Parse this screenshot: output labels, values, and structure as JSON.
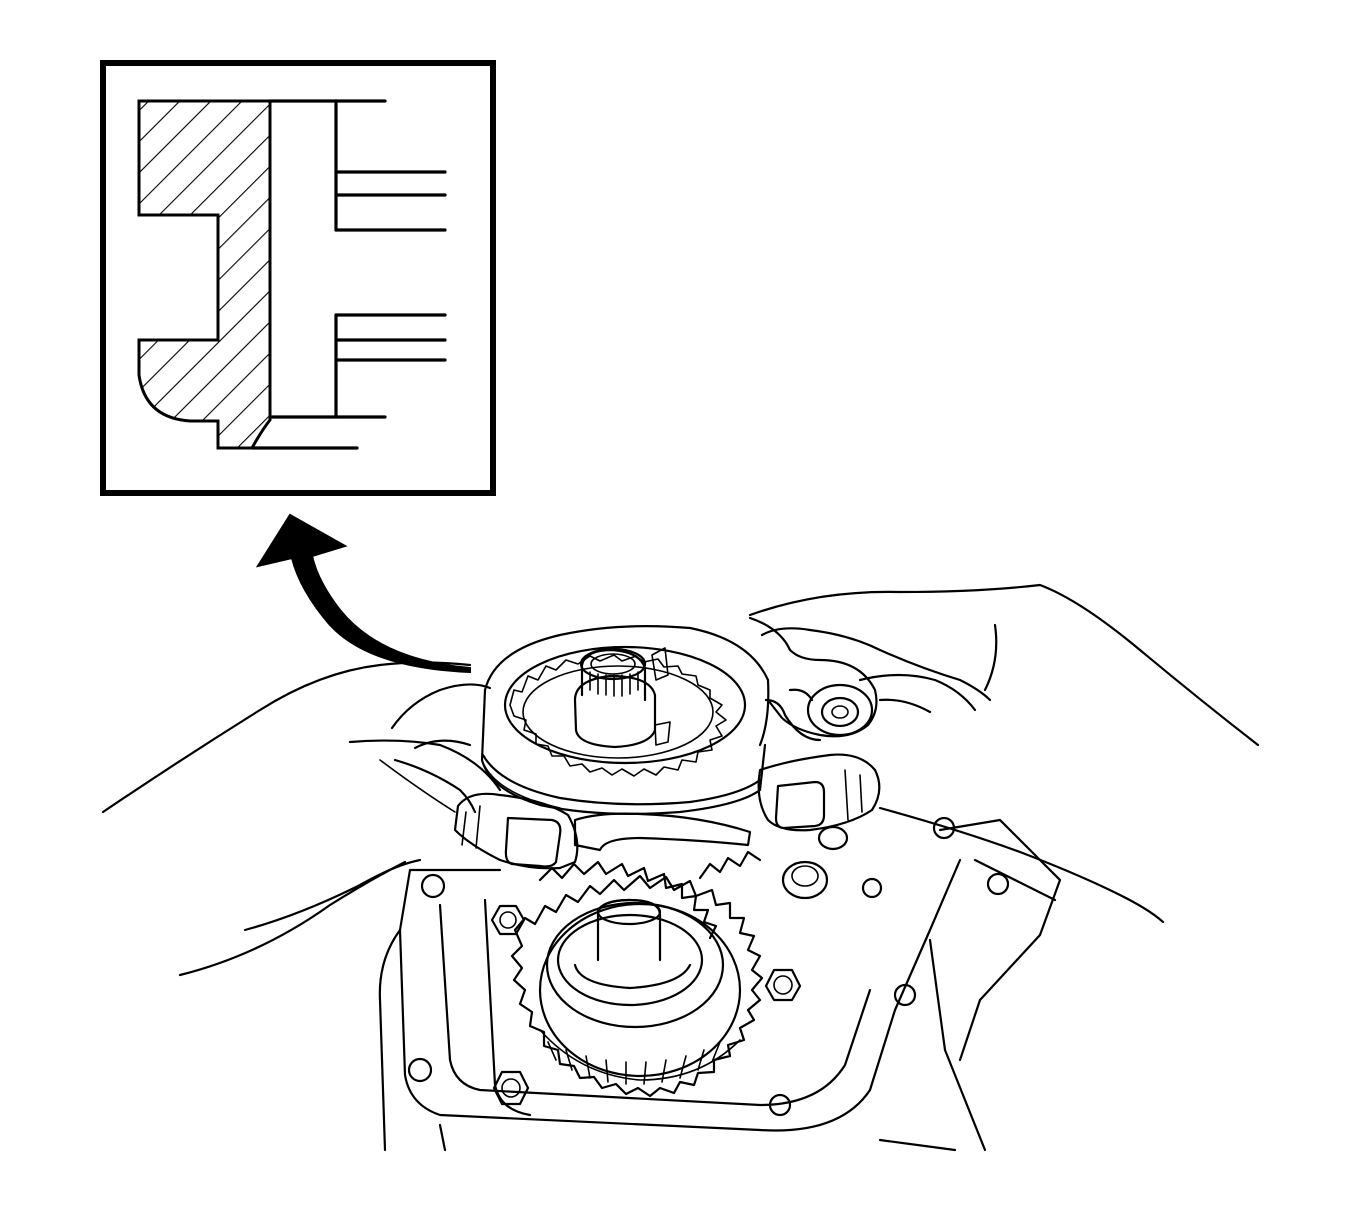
{
  "figure": {
    "inset": {
      "name": "cross-section-detail",
      "hatch": "diagonal"
    },
    "arrow": {
      "name": "callout-arrow",
      "direction": "up-left"
    },
    "main": {
      "name": "transmission-gear-assembly",
      "parts": [
        "hands",
        "synchronizer-hub",
        "sleeve",
        "gear",
        "case-flange",
        "bolts"
      ]
    },
    "colors": {
      "ink": "#000000",
      "paper": "#ffffff"
    }
  }
}
